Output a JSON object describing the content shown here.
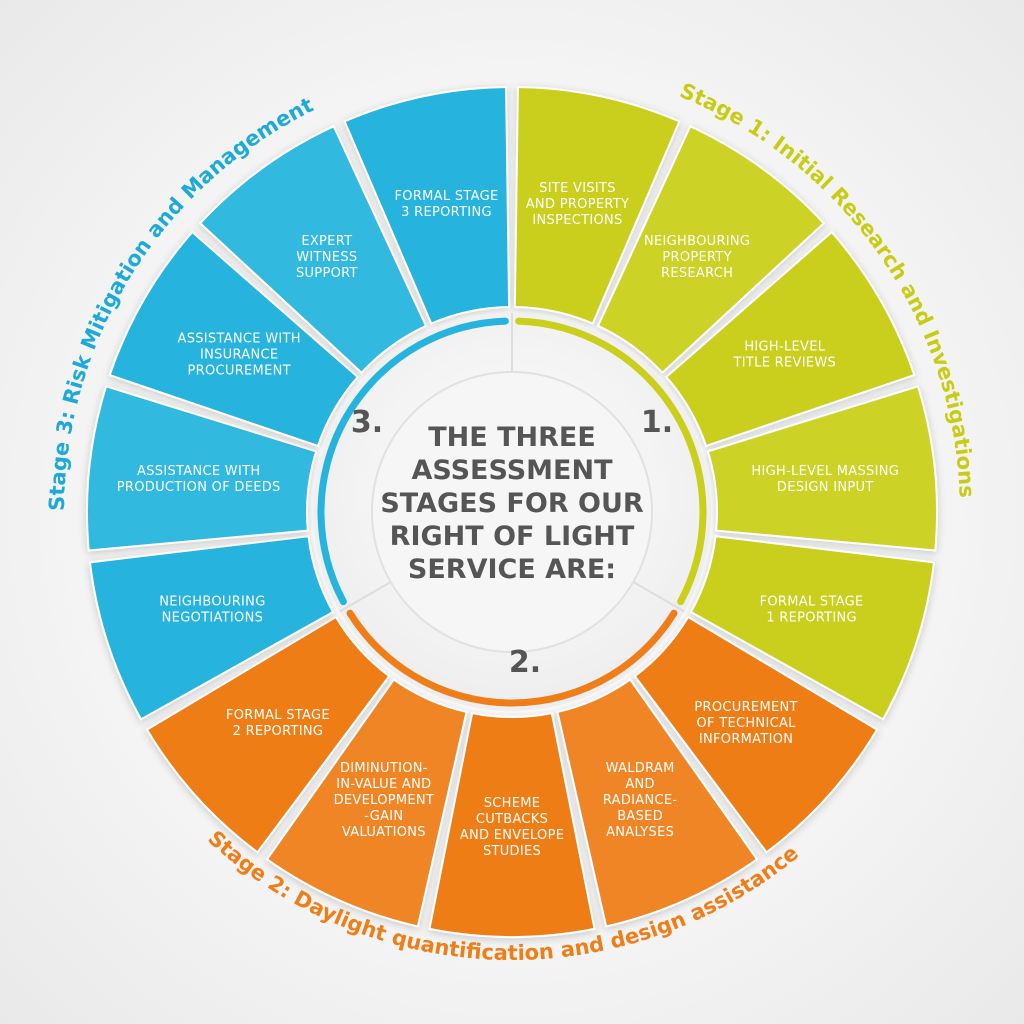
{
  "center": {
    "title_lines": [
      "THE THREE",
      "ASSESSMENT",
      "STAGES FOR OUR",
      "RIGHT OF LIGHT",
      "SERVICE ARE:"
    ]
  },
  "stages": [
    {
      "number": "1.",
      "title": "Stage 1: Initial Research and Investigations",
      "color": "#c9cf1a",
      "title_color": "#c8cc14",
      "items": [
        "SITE VISITS|AND PROPERTY|INSPECTIONS",
        "NEIGHBOURING|PROPERTY|RESEARCH",
        "HIGH-LEVEL|TITLE REVIEWS",
        "HIGH-LEVEL MASSING|DESIGN INPUT",
        "FORMAL STAGE|1 REPORTING"
      ]
    },
    {
      "number": "2.",
      "title": "Stage 2: Daylight quantification and design assistance",
      "color": "#ef7d18",
      "title_color": "#ef7d18",
      "items": [
        "PROCUREMENT|OF TECHNICAL|INFORMATION",
        "WALDRAM|AND|RADIANCE-|BASED|ANALYSES",
        "SCHEME|CUTBACKS|AND ENVELOPE|STUDIES",
        "DIMINUTION-|IN-VALUE AND|DEVELOPMENT|-GAIN|VALUATIONS",
        "FORMAL STAGE|2 REPORTING"
      ]
    },
    {
      "number": "3.",
      "title": "Stage 3: Risk Mitigation and Management",
      "color": "#26b4de",
      "title_color": "#1eaad8",
      "items": [
        "NEIGHBOURING|NEGOTIATIONS",
        "ASSISTANCE WITH|PRODUCTION OF DEEDS",
        "ASSISTANCE WITH|INSURANCE|PROCUREMENT",
        "EXPERT|WITNESS|SUPPORT",
        "FORMAL STAGE|3 REPORTING"
      ]
    }
  ]
}
